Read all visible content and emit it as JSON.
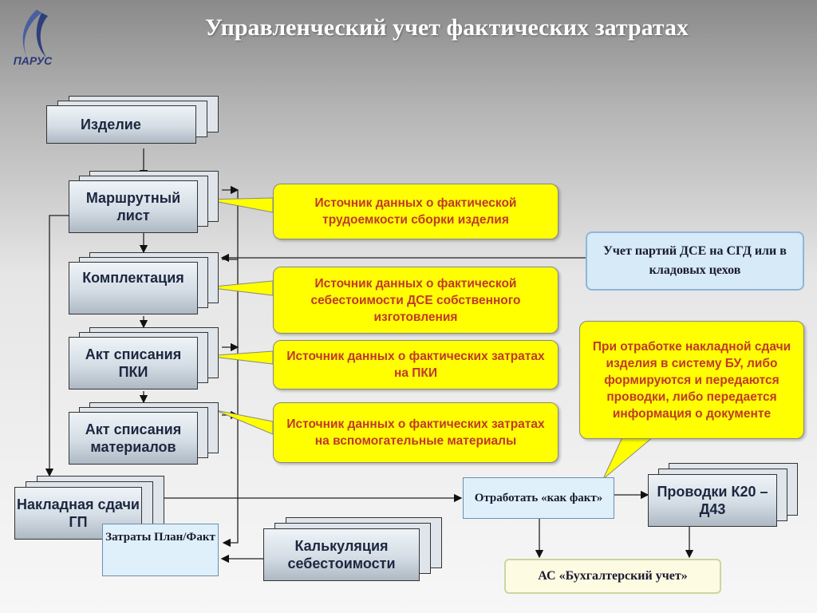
{
  "header": {
    "title": "Управленческий учет фактических затратах",
    "logo_text": "ПАРУС"
  },
  "nodes": {
    "izdelie": "Изделие",
    "marshrut": "Маршрутный лист",
    "komplekt": "Комплектация",
    "akt_pki": "Акт списания ПКИ",
    "akt_mat": "Акт списания материалов",
    "nakladnaya": "Накладная сдачи ГП",
    "zatraty": "Затраты План/Факт",
    "kalkulyaciya": "Калькуляция себестоимости",
    "otrabotat": "Отработать «как факт»",
    "provodki": "Проводки К20 – Д43",
    "as_buh": "АС «Бухгалтерский учет»",
    "uchet_partiy": "Учет партий ДСЕ на СГД или в кладовых цехов"
  },
  "callouts": {
    "c1": "Источник данных о фактической трудоемкости сборки изделия",
    "c2": "Источник данных о фактической себестоимости ДСЕ собственного изготовления",
    "c3": "Источник данных о фактических затратах на ПКИ",
    "c4": "Источник данных о фактических затратах на вспомогательные материалы",
    "c5": "При отработке накладной сдачи изделия в систему БУ, либо формируются и передаются проводки, либо передается информация о документе"
  },
  "colors": {
    "callout_fill": "#ffff00",
    "callout_text": "#c0392b",
    "box_fill": "#d6eaf8"
  }
}
